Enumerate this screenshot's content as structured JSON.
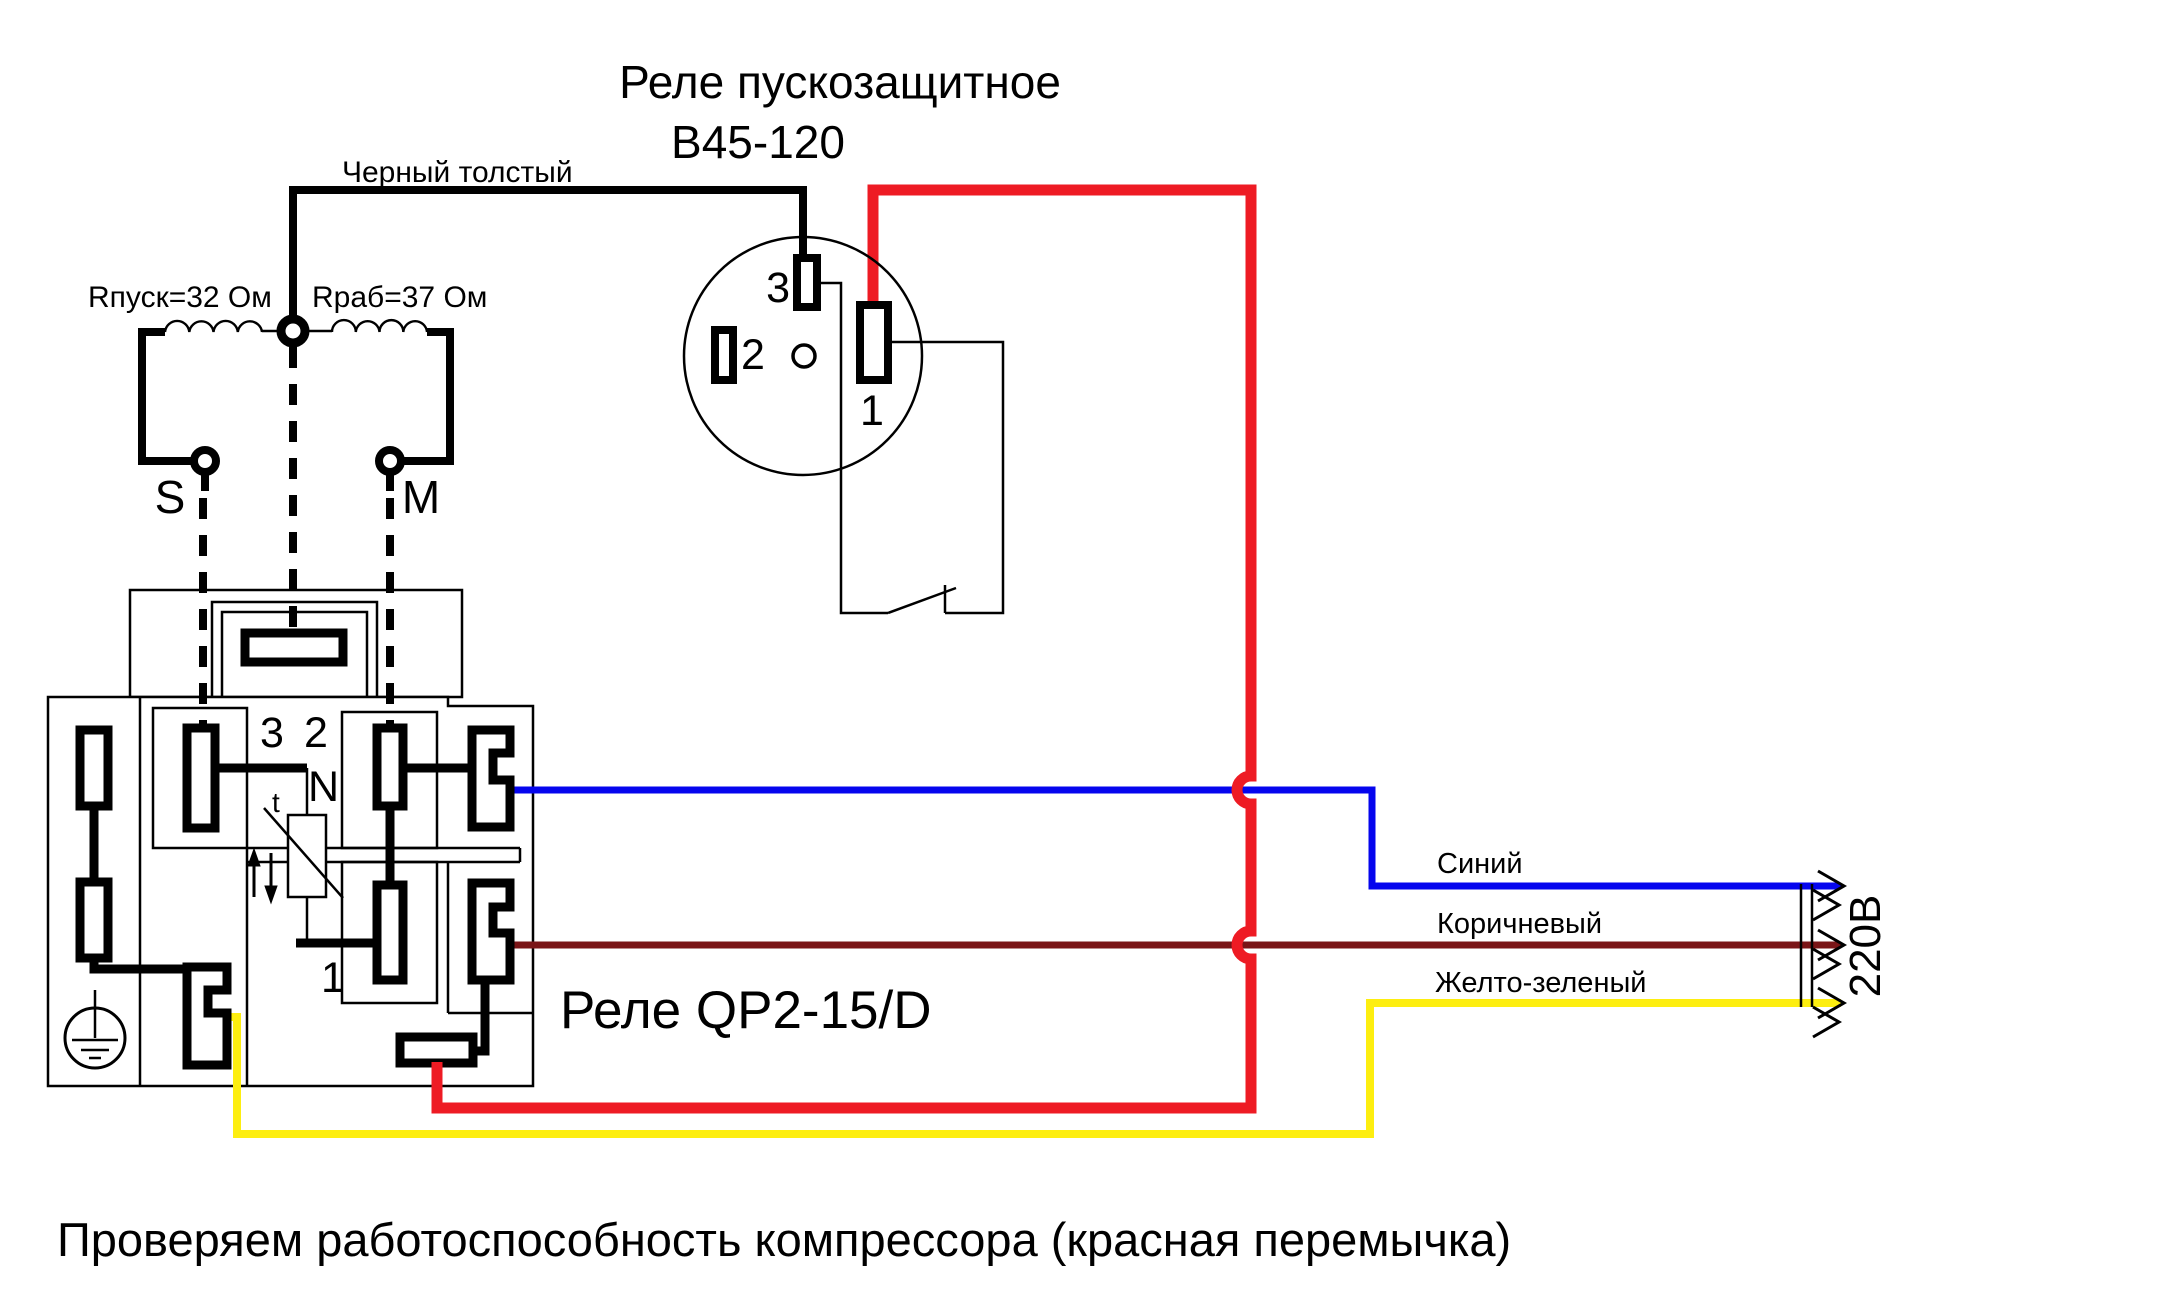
{
  "title": {
    "line1": "Реле пускозащитное",
    "line2": "В45-120"
  },
  "motor": {
    "black_wire_label": "Черный толстый",
    "r_start": "Rпуск=32 Ом",
    "r_run": "Rраб=37 Ом",
    "terminal_start": "S",
    "terminal_main": "M"
  },
  "plug": {
    "pin1": "1",
    "pin2": "2",
    "pin3": "3"
  },
  "relay": {
    "name": "Реле QP2-15/D",
    "pin3": "3",
    "pin2": "2",
    "neutral": "N",
    "pin1": "1",
    "thermal": "t"
  },
  "mains": {
    "wire_blue_label": "Синий",
    "wire_brown_label": "Коричневый",
    "wire_yellow_label": "Желто-зеленый",
    "voltage_label": "220В"
  },
  "caption": "Проверяем работоспособность компрессора (красная перемычка)",
  "colors": {
    "red_jumper": "#ee1b24",
    "blue_wire": "#0505ee",
    "brown_wire": "#7a1517",
    "yellow_wire": "#fdee10",
    "line_black": "#000000"
  }
}
